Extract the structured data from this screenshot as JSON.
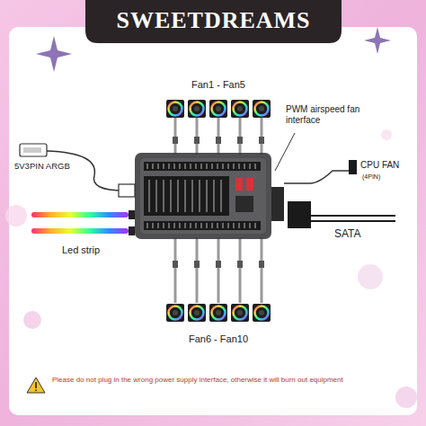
{
  "diagram": {
    "title": "SWEETDREAMS",
    "labels": [
      "Fan1 - Fan5",
      "PWM airspeed fan interface",
      "5V3PIN ARGB",
      "CPU FAN",
      "(4PIN)",
      "SATA",
      "Led strip",
      "Fan6 - Fan10",
      "Please do not plug in the wrong power supply interface, otherwise it will burn out equipment"
    ]
  }
}
